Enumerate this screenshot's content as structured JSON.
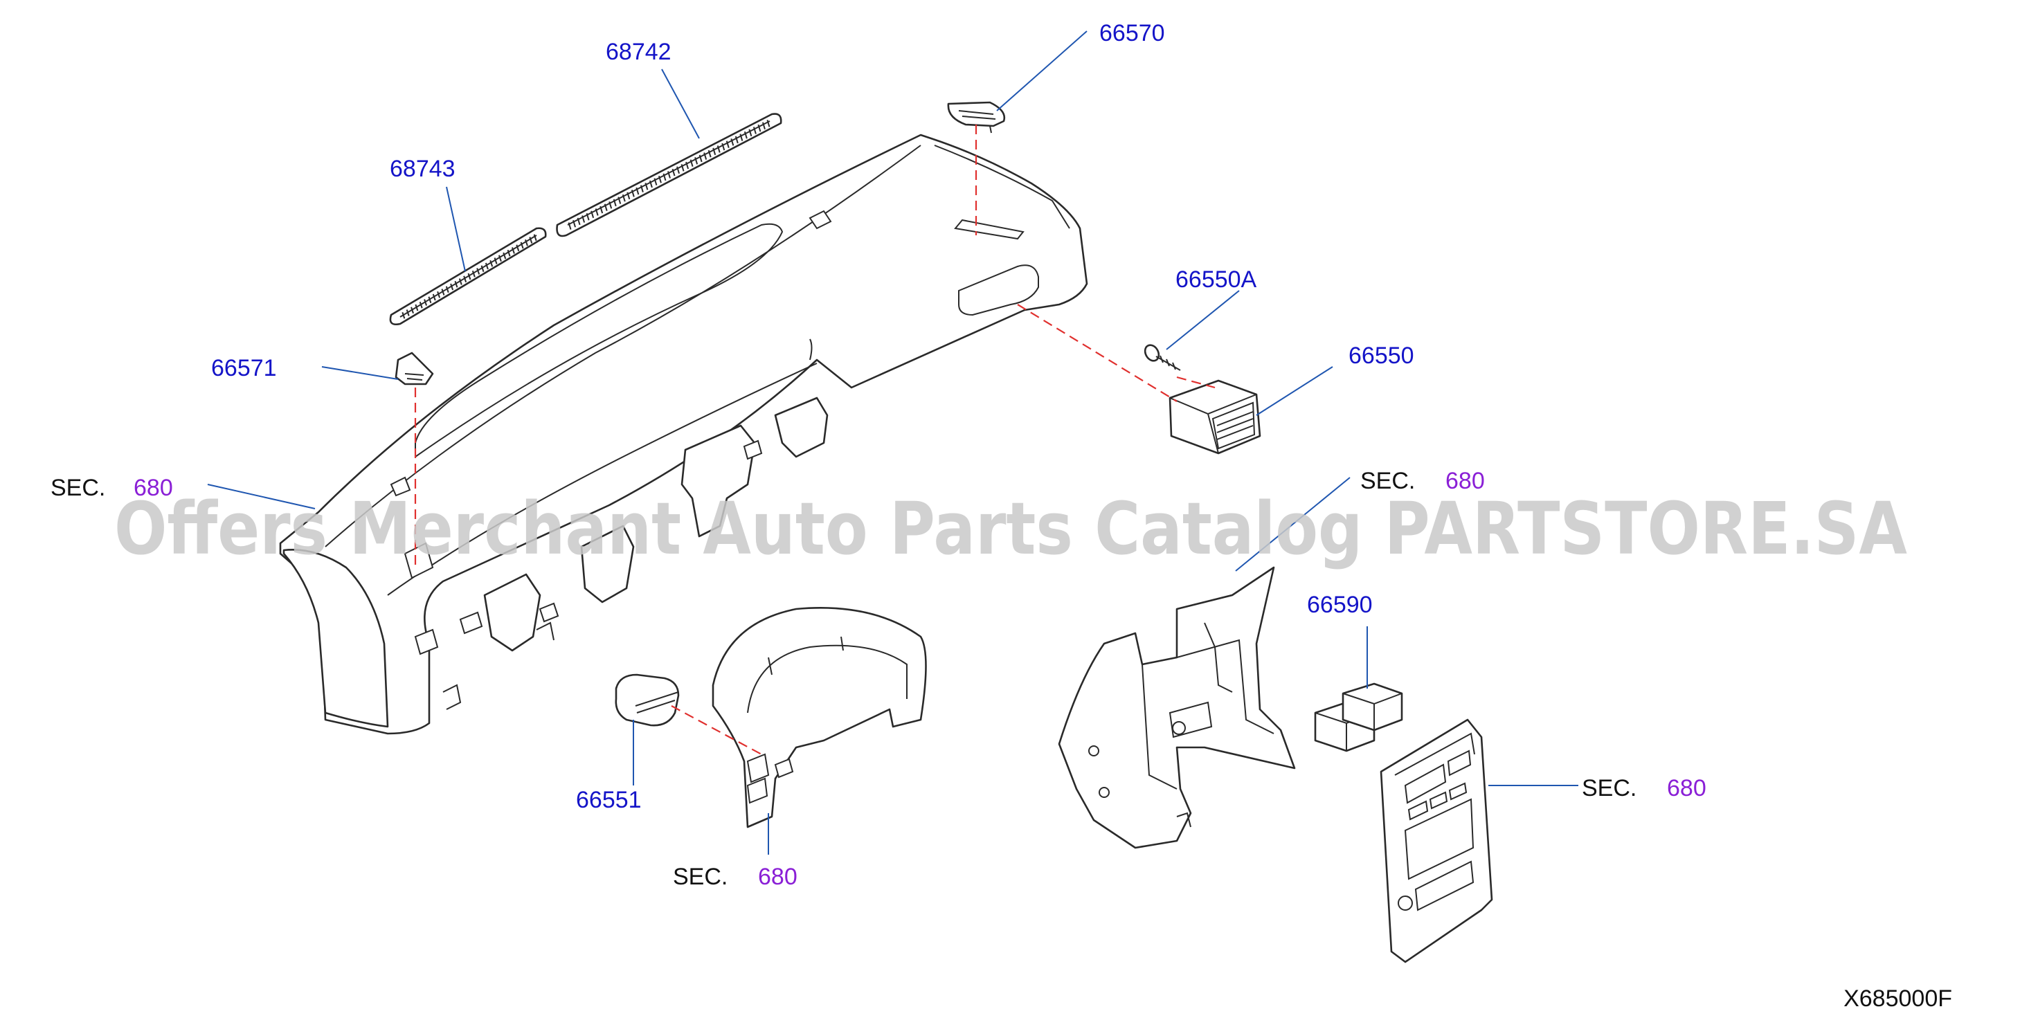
{
  "parts": {
    "p68742": "68742",
    "p66570": "66570",
    "p68743": "68743",
    "p66550a": "66550A",
    "p66571": "66571",
    "p66550": "66550",
    "p66590": "66590",
    "p66551": "66551"
  },
  "sections": {
    "sec_left": {
      "label": "SEC.",
      "num": "680"
    },
    "sec_center": {
      "label": "SEC.",
      "num": "680"
    },
    "sec_right": {
      "label": "SEC.",
      "num": "680"
    },
    "sec_bottom": {
      "label": "SEC.",
      "num": "680"
    }
  },
  "watermark": "Offers Merchant Auto Parts Catalog PARTSTORE.SA",
  "diagram_code": "X685000F",
  "colors": {
    "part_number": "#1414c8",
    "section_number": "#8a1fd6",
    "dashed_guide": "#e0302e",
    "leader_line": "#1f56b0"
  }
}
